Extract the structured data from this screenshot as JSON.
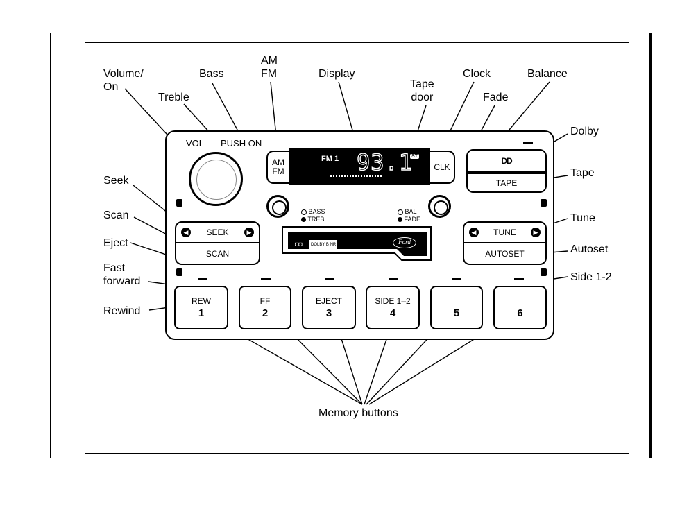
{
  "callouts": {
    "volume_on": "Volume/\nOn",
    "treble": "Treble",
    "bass": "Bass",
    "am_fm": "AM\nFM",
    "display": "Display",
    "tape_door": "Tape\ndoor",
    "clock": "Clock",
    "fade": "Fade",
    "balance": "Balance",
    "dolby": "Dolby",
    "tape": "Tape",
    "tune": "Tune",
    "autoset": "Autoset",
    "side_1_2": "Side 1-2",
    "seek": "Seek",
    "scan": "Scan",
    "eject": "Eject",
    "fast_forward": "Fast\nforward",
    "rewind": "Rewind",
    "memory_buttons": "Memory buttons"
  },
  "radio": {
    "vol_label": "VOL",
    "push_on_label": "PUSH ON",
    "amfm_button": "AM\nFM",
    "display_band": "FM 1",
    "display_freq": "93.1",
    "display_st": "ST",
    "clk_button": "CLK",
    "bass_indicator": "BASS",
    "treb_indicator": "TREB",
    "bal_indicator": "BAL",
    "fade_indicator": "FADE",
    "seek_button": "SEEK",
    "scan_button": "SCAN",
    "tune_button": "TUNE",
    "autoset_button": "AUTOSET",
    "tape_button": "TAPE",
    "dolby_symbol": "DD",
    "tape_dolby_badge": "DOLBY B NR",
    "ford_logo": "Ford",
    "presets": [
      {
        "top": "REW",
        "num": "1"
      },
      {
        "top": "FF",
        "num": "2"
      },
      {
        "top": "EJECT",
        "num": "3"
      },
      {
        "top": "SIDE 1–2",
        "num": "4"
      },
      {
        "top": "",
        "num": "5"
      },
      {
        "top": "",
        "num": "6"
      }
    ]
  }
}
